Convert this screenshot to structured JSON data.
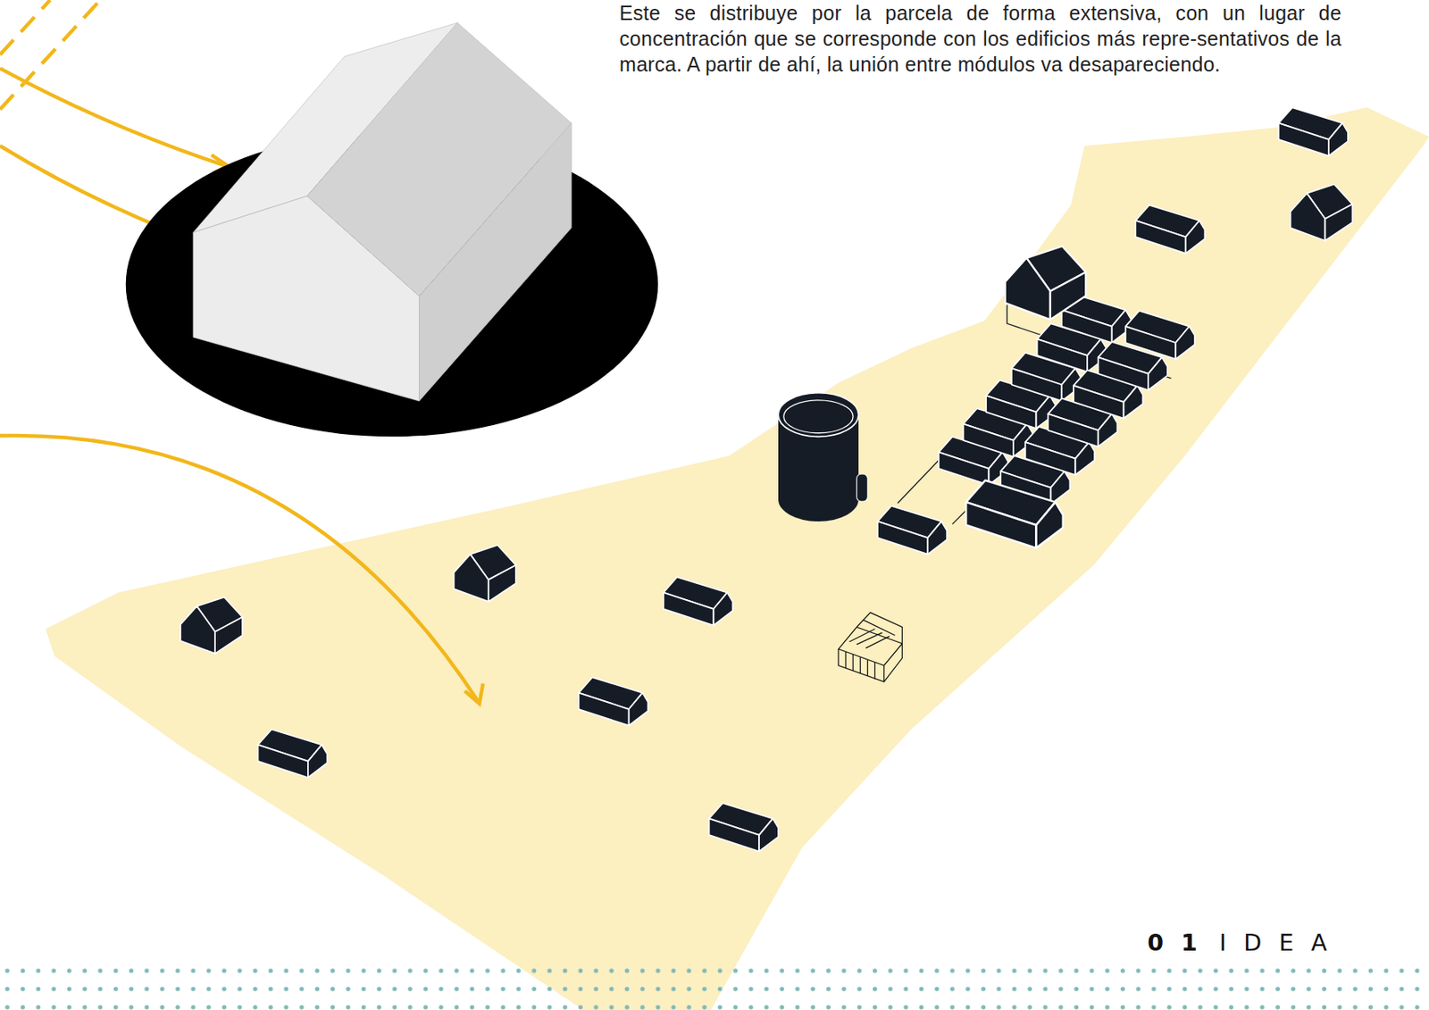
{
  "diagram": {
    "labels": [
      "Este se distribuye por la parcela de forma extensiva, con un lugar de concentración que se corresponde con los edificios más repre-sentativos de la marca. A partir de ahí, la unión entre módulos va desapareciendo.",
      "01",
      "IDEA"
    ]
  }
}
